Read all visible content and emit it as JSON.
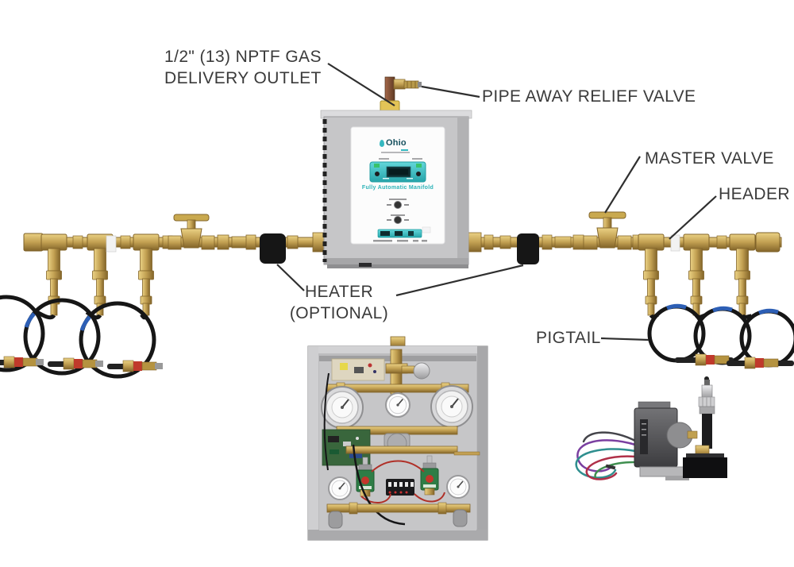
{
  "labels": {
    "gas_outlet_line1": "1/2\" (13) NPTF GAS",
    "gas_outlet_line2": "DELIVERY OUTLET",
    "relief_valve": "PIPE AWAY RELIEF VALVE",
    "master_valve": "MASTER VALVE",
    "header": "HEADER",
    "heater_line1": "HEATER",
    "heater_line2": "(OPTIONAL)",
    "pigtail": "PIGTAIL"
  },
  "control_cabinet": {
    "brand": "Ohio",
    "panel_text": "Fully Automatic Manifold"
  },
  "colors": {
    "label_text": "#3a3a3a",
    "brass": "#c2a052",
    "brass_dark": "#83652a",
    "teal_display": "#3cc4c8",
    "teal_text": "#2db3b8",
    "cabinet_gray": "#c6c6c8",
    "hose_black": "#161616",
    "heater_black": "#141414",
    "solenoid_green": "#2e7d46",
    "band_red": "#c0392b",
    "band_blue": "#2d5fb5"
  }
}
